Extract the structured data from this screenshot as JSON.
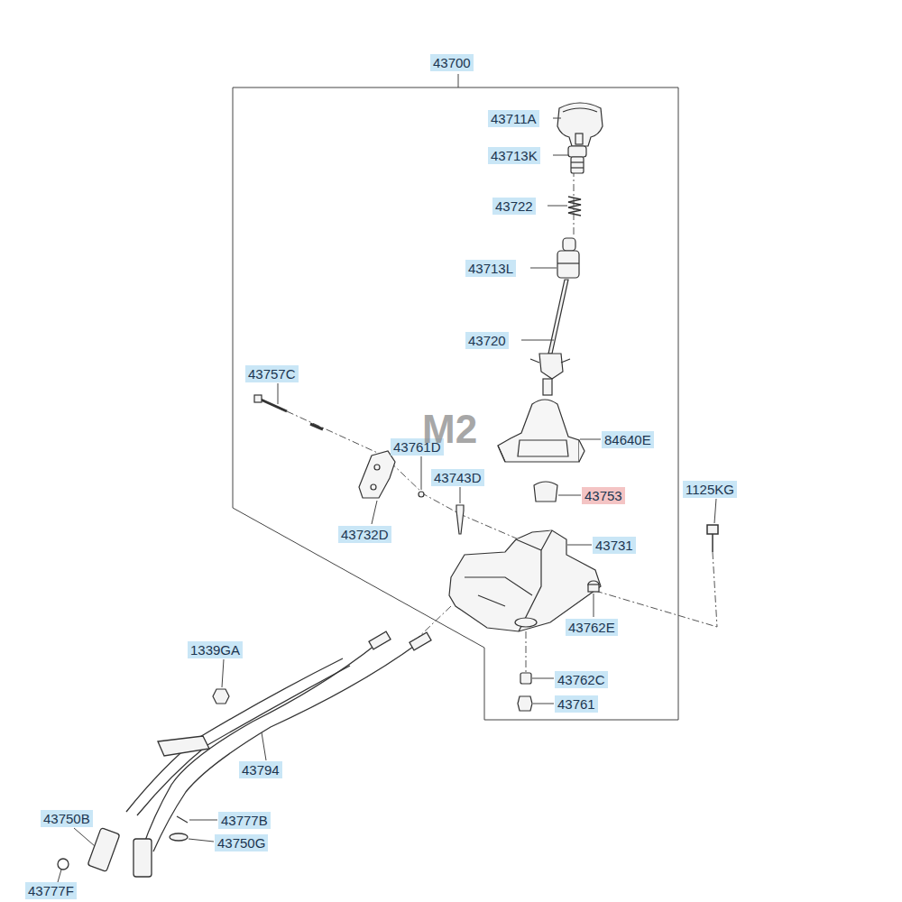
{
  "diagram": {
    "labels": [
      "43700",
      "43711A",
      "43713K",
      "43722",
      "43713L",
      "43720",
      "43757C",
      "43761D",
      "43743D",
      "84640E",
      "43753",
      "1125KG",
      "43732D",
      "43731",
      "43762E",
      "43762C",
      "43761",
      "1339GA",
      "43794",
      "43750B",
      "43777B",
      "43750G",
      "43777F",
      "M2"
    ]
  }
}
